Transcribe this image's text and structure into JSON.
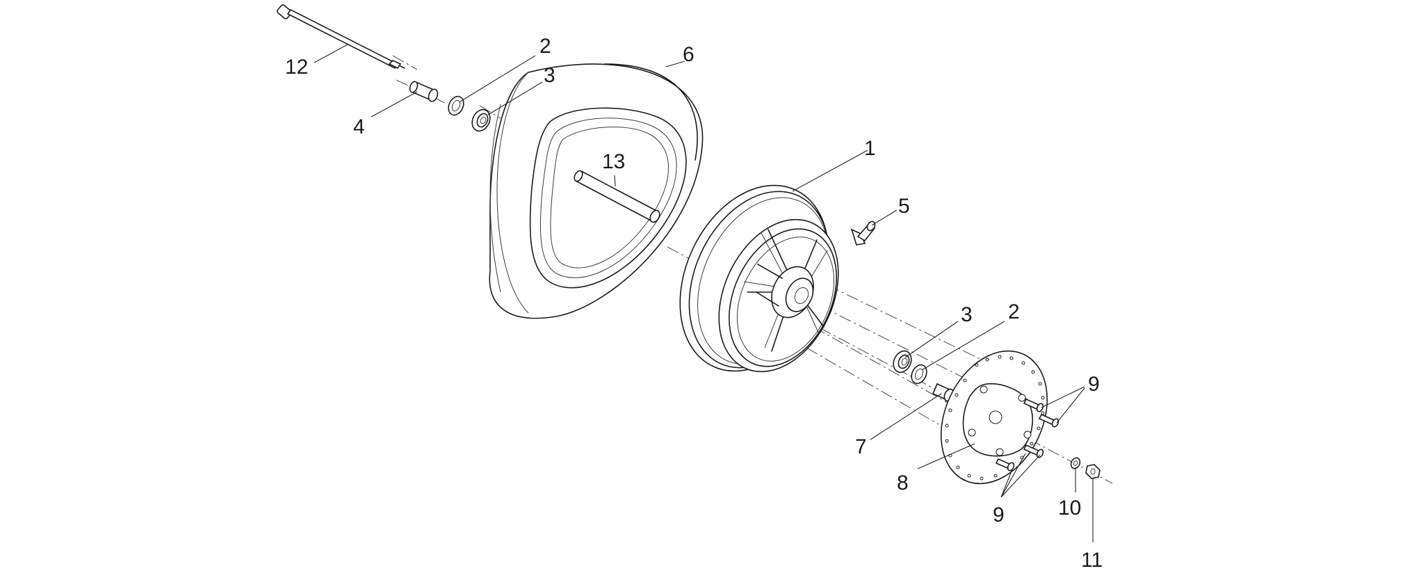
{
  "diagram": {
    "callouts": {
      "c1": "1",
      "c2a": "2",
      "c2b": "2",
      "c3a": "3",
      "c3b": "3",
      "c4": "4",
      "c5": "5",
      "c6": "6",
      "c7": "7",
      "c8": "8",
      "c9a": "9",
      "c9b": "9",
      "c10": "10",
      "c11": "11",
      "c12": "12",
      "c13": "13"
    }
  }
}
